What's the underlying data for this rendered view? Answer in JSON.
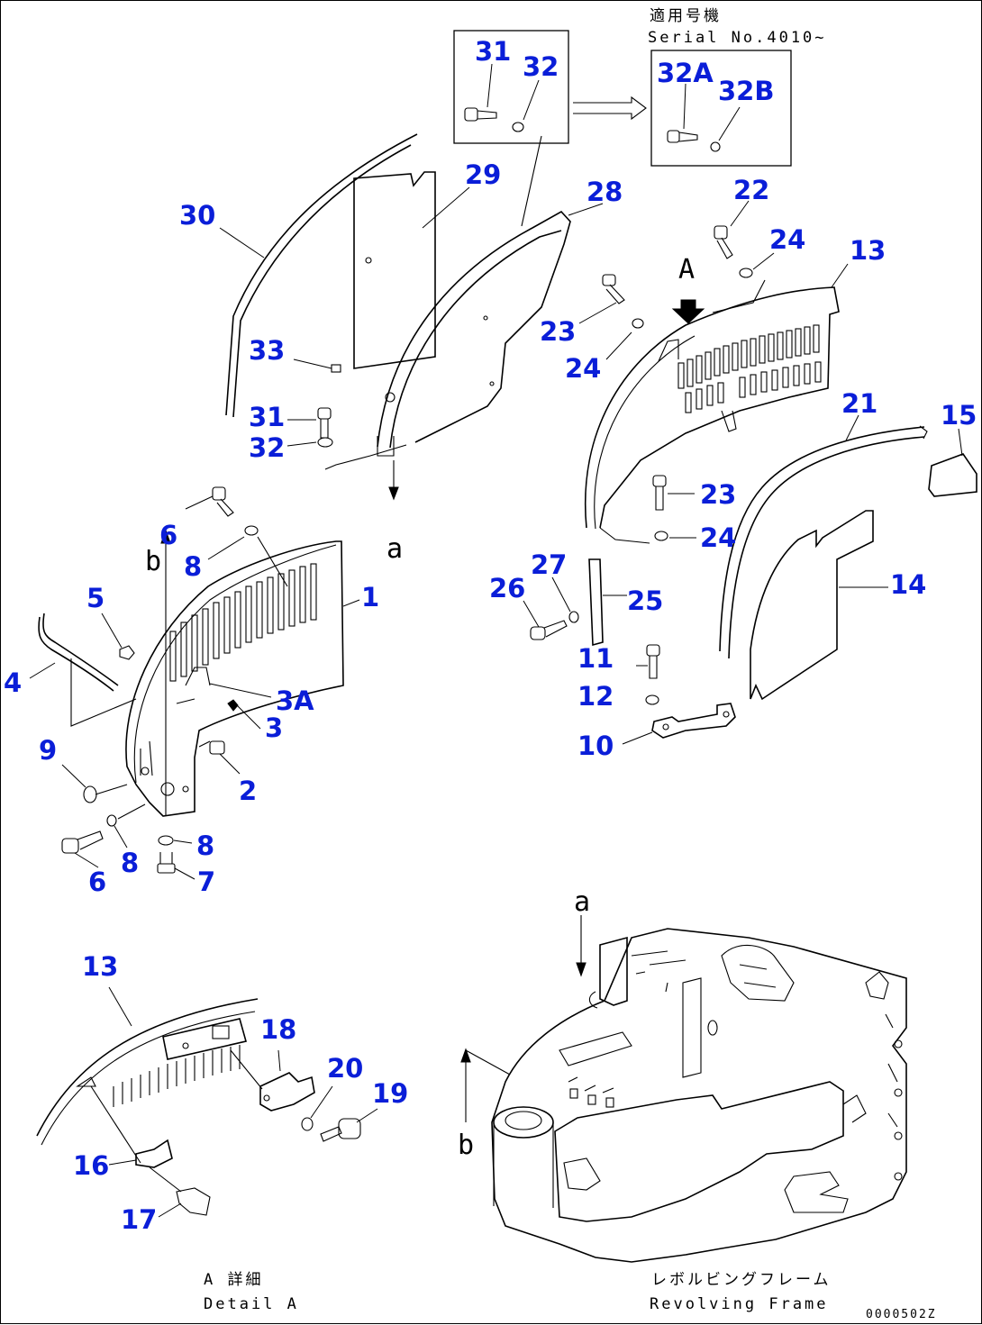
{
  "serial_note": {
    "line1": "適用号機",
    "line2": "Serial No.4010~"
  },
  "callouts": [
    "31",
    "32",
    "32A",
    "32B",
    "30",
    "29",
    "28",
    "22",
    "24",
    "13",
    "33",
    "31",
    "32",
    "23",
    "24",
    "A",
    "6",
    "8",
    "b",
    "1",
    "5",
    "4",
    "3A",
    "3",
    "9",
    "2",
    "8",
    "6",
    "8",
    "7",
    "a",
    "21",
    "15",
    "23",
    "24",
    "14",
    "27",
    "26",
    "25",
    "11",
    "12",
    "10",
    "13",
    "18",
    "20",
    "19",
    "16",
    "17",
    "a",
    "b"
  ],
  "captions": {
    "detail_a_jp": "A 詳細",
    "detail_a_en": "Detail A",
    "frame_jp": "レボルビングフレーム",
    "frame_en": "Revolving Frame"
  },
  "drawing_number": "0000502Z"
}
